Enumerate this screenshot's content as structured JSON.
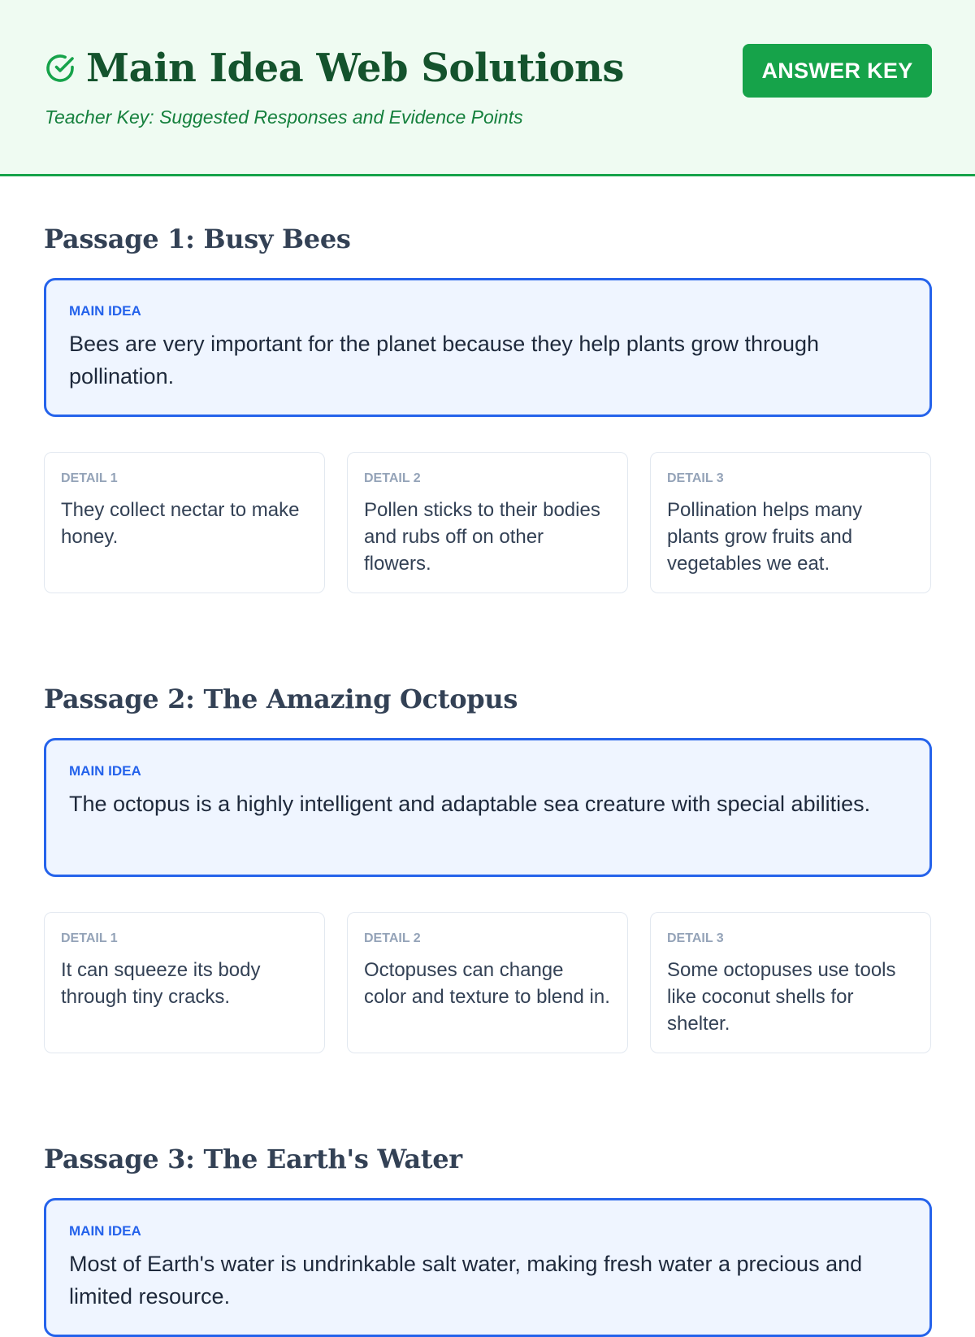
{
  "header": {
    "title": "Main Idea Web Solutions",
    "subtitle": "Teacher Key: Suggested Responses and Evidence Points",
    "badge_label": "ANSWER KEY",
    "icon": "check-circle-icon",
    "colors": {
      "accent": "#16a34a",
      "title": "#14532d",
      "header_bg": "#effbf2",
      "main_idea": "#2563eb"
    }
  },
  "passages": [
    {
      "title": "Passage 1: Busy Bees",
      "main_label": "MAIN IDEA",
      "main_idea": "Bees are very important for the planet because they help plants grow through pollination.",
      "details": [
        {
          "label": "DETAIL 1",
          "text": "They collect nectar to make honey."
        },
        {
          "label": "DETAIL 2",
          "text": "Pollen sticks to their bodies and rubs off on other flowers."
        },
        {
          "label": "DETAIL 3",
          "text": "Pollination helps many plants grow fruits and vegetables we eat."
        }
      ]
    },
    {
      "title": "Passage 2: The Amazing Octopus",
      "main_label": "MAIN IDEA",
      "main_idea": "The octopus is a highly intelligent and adaptable sea creature with special abilities.",
      "details": [
        {
          "label": "DETAIL 1",
          "text": "It can squeeze its body through tiny cracks."
        },
        {
          "label": "DETAIL 2",
          "text": "Octopuses can change color and texture to blend in."
        },
        {
          "label": "DETAIL 3",
          "text": "Some octopuses use tools like coconut shells for shelter."
        }
      ]
    },
    {
      "title": "Passage 3: The Earth's Water",
      "main_label": "MAIN IDEA",
      "main_idea": "Most of Earth's water is undrinkable salt water, making fresh water a precious and limited resource."
    }
  ]
}
